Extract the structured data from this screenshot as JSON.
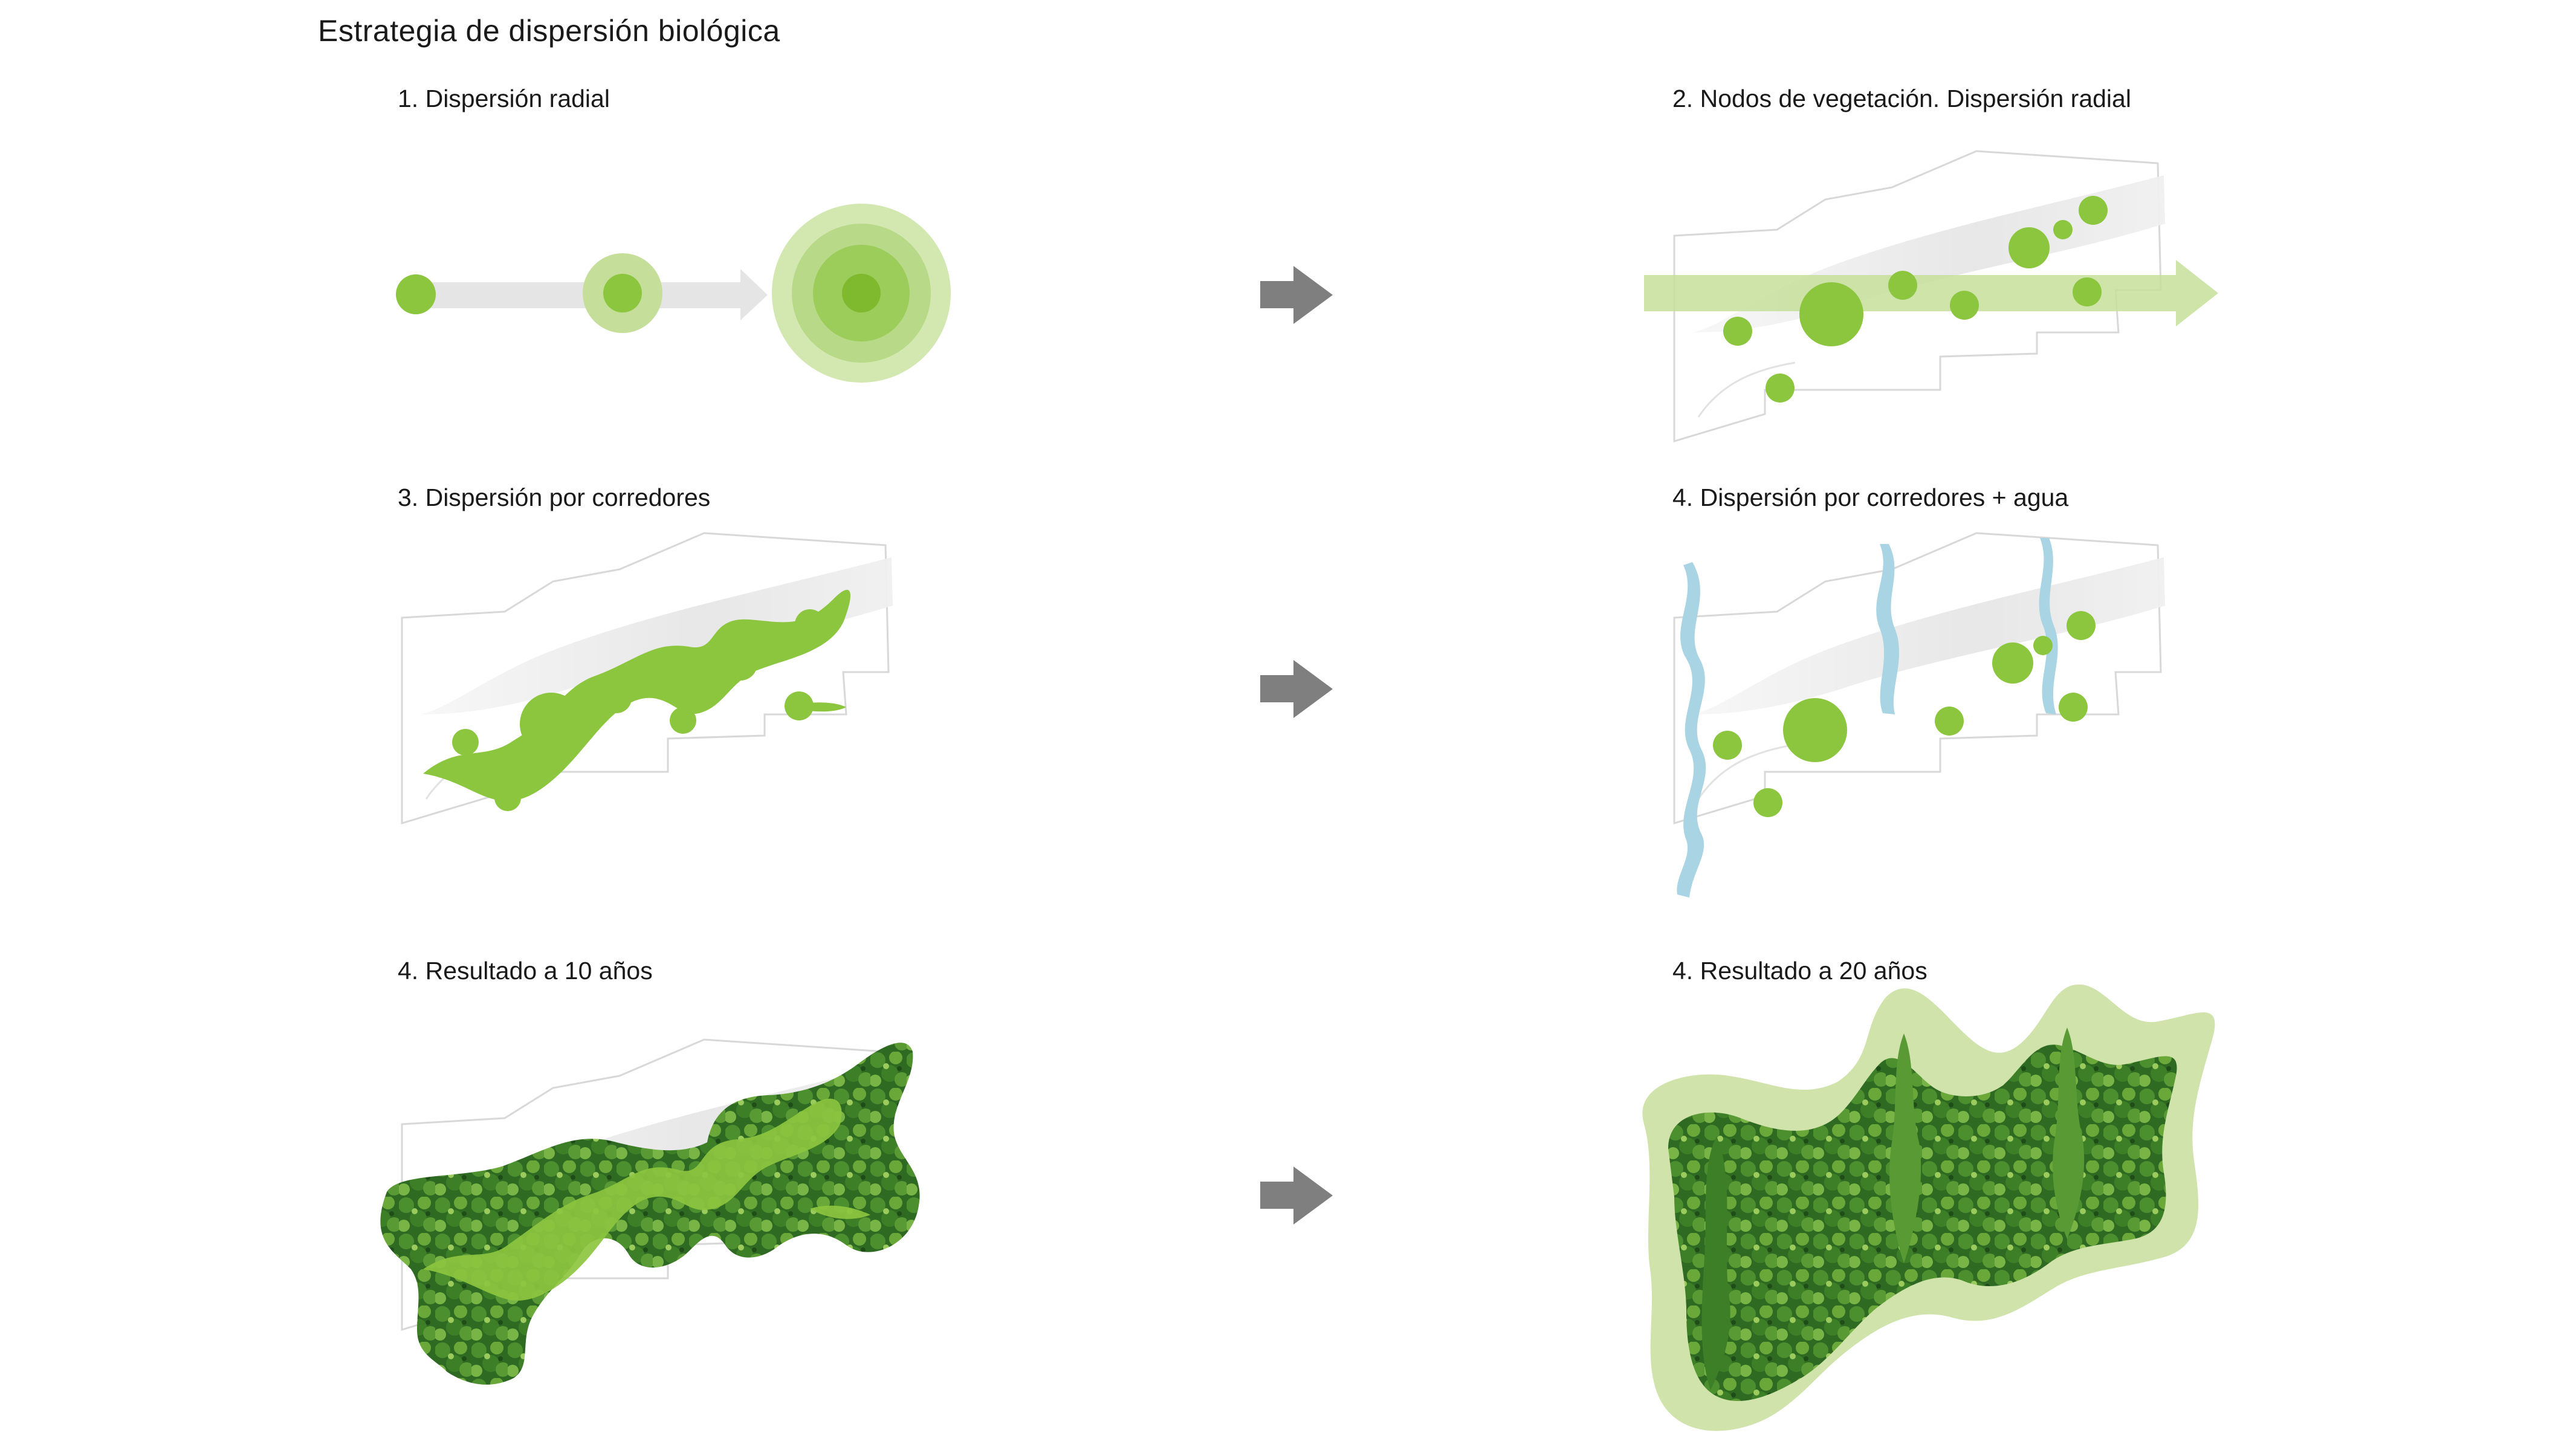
{
  "header": {
    "title": "Estrategia de dispersión biológica"
  },
  "panels": [
    {
      "label": "1. Dispersión radial"
    },
    {
      "label": "2. Nodos de vegetación. Dispersión radial"
    },
    {
      "label": "3. Dispersión por corredores"
    },
    {
      "label": "4. Dispersión por corredores + agua"
    },
    {
      "label": "4. Resultado a 10 años"
    },
    {
      "label": "4. Resultado a 20 años"
    }
  ],
  "colors": {
    "green": "#8cc63f",
    "light_green": "#c5df9a",
    "water_blue": "#a8d4e3",
    "arrow_gray": "#7f7f7f",
    "forest_dark": "#2f6a23"
  }
}
